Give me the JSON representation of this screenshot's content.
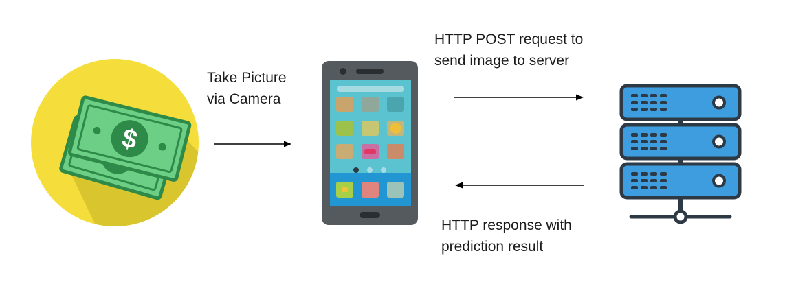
{
  "steps": {
    "capture": {
      "line1": "Take Picture",
      "line2": "via Camera"
    },
    "request": {
      "line1": "HTTP POST request to",
      "line2": "send image to server"
    },
    "response": {
      "line1": "HTTP response with",
      "line2": "prediction result"
    }
  },
  "icons": {
    "money": "money-banknotes-icon",
    "phone": "smartphone-icon",
    "server": "server-rack-icon"
  },
  "colors": {
    "money_circle": "#f5de3b",
    "money_shadow": "#d9c52e",
    "bill_green": "#6dcf85",
    "bill_dark": "#2e8a48",
    "phone_body": "#555a5e",
    "phone_screen": "#5bc2cf",
    "server_blue": "#3d9ddf",
    "server_outline": "#2d3a46",
    "arrow": "#000000"
  }
}
